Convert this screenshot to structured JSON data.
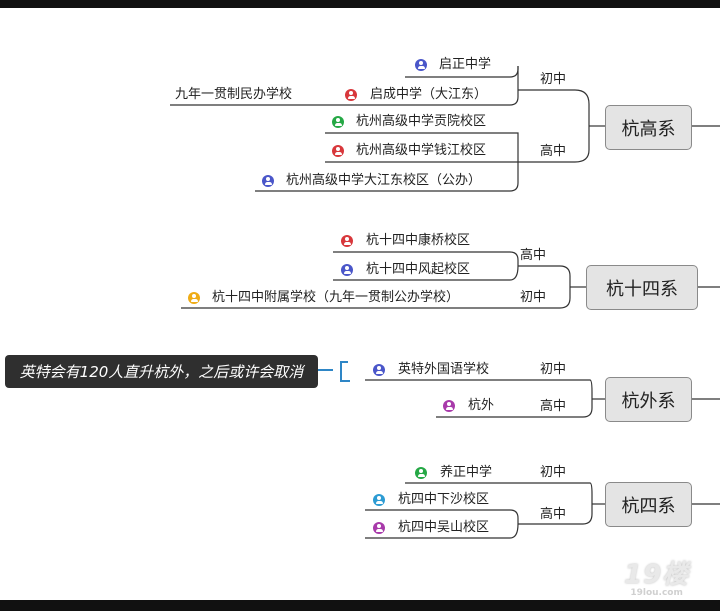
{
  "systems": [
    {
      "name": "杭高系",
      "groups": [
        {
          "level": "初中",
          "items": [
            {
              "text": "启正中学",
              "icon": "blue"
            },
            {
              "text": "启成中学（大江东）",
              "icon": "red",
              "note": "九年一贯制民办学校"
            }
          ]
        },
        {
          "level": "高中",
          "items": [
            {
              "text": "杭州高级中学贡院校区",
              "icon": "green"
            },
            {
              "text": "杭州高级中学钱江校区",
              "icon": "red"
            },
            {
              "text": "杭州高级中学大江东校区（公办）",
              "icon": "blue"
            }
          ]
        }
      ]
    },
    {
      "name": "杭十四系",
      "groups": [
        {
          "level": "高中",
          "items": [
            {
              "text": "杭十四中康桥校区",
              "icon": "red"
            },
            {
              "text": "杭十四中风起校区",
              "icon": "blue"
            }
          ]
        },
        {
          "level": "初中",
          "items": [
            {
              "text": "杭十四中附属学校（九年一贯制公办学校）",
              "icon": "yellow"
            }
          ]
        }
      ]
    },
    {
      "name": "杭外系",
      "groups": [
        {
          "level": "初中",
          "items": [
            {
              "text": "英特外国语学校",
              "icon": "blue"
            }
          ]
        },
        {
          "level": "高中",
          "items": [
            {
              "text": "杭外",
              "icon": "purple"
            }
          ]
        }
      ]
    },
    {
      "name": "杭四系",
      "groups": [
        {
          "level": "初中",
          "items": [
            {
              "text": "养正中学",
              "icon": "green"
            }
          ]
        },
        {
          "level": "高中",
          "items": [
            {
              "text": "杭四中下沙校区",
              "icon": "cyan"
            },
            {
              "text": "杭四中吴山校区",
              "icon": "purple"
            }
          ]
        }
      ]
    }
  ],
  "callout": "英特会有120人直升杭外，之后或许会取消",
  "watermark": {
    "main": "19楼",
    "sub": "19lou.com"
  },
  "colors": {
    "blue": "#4a56c9",
    "red": "#d8373b",
    "green": "#25a845",
    "yellow": "#efac16",
    "purple": "#a83aaa",
    "cyan": "#2c9bd3",
    "callout_bracket": "#2e86c6"
  }
}
